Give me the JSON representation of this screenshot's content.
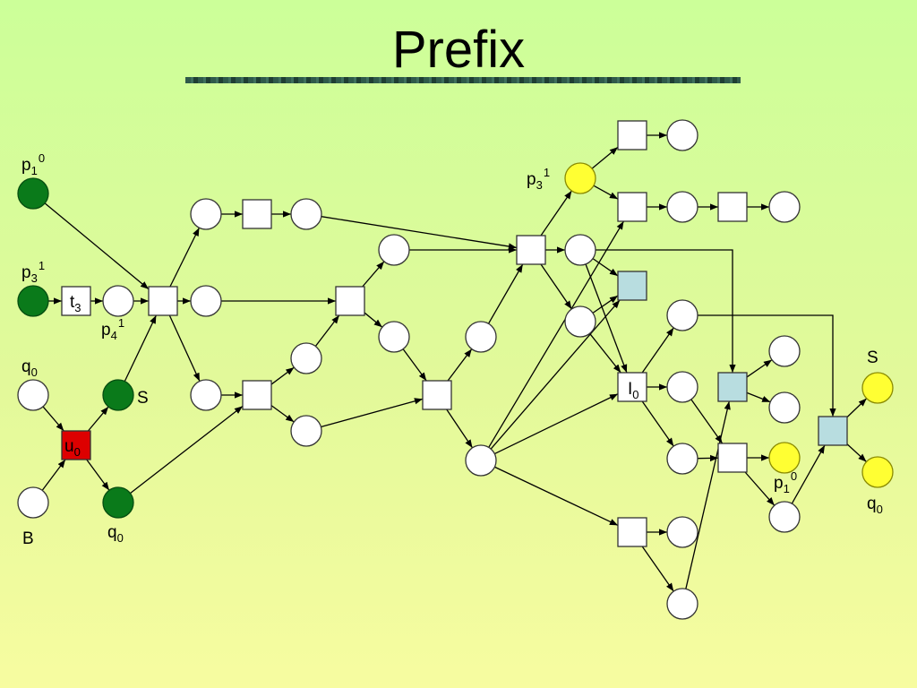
{
  "title": "Prefix",
  "colors": {
    "background_top": "#ccff99",
    "background_bottom": "#f7fca0",
    "place_green": "#0a7a1a",
    "place_yellow": "#ffff33",
    "place_white": "#ffffff",
    "transition_red": "#dd0000",
    "transition_blue": "#b8dde0",
    "transition_white": "#ffffff"
  },
  "labels": [
    {
      "id": "L_p1_0_left",
      "base": "p",
      "sub": "1",
      "sup": "0"
    },
    {
      "id": "L_p3_1_left",
      "base": "p",
      "sub": "3",
      "sup": "1"
    },
    {
      "id": "L_p4_1",
      "base": "p",
      "sub": "4",
      "sup": "1"
    },
    {
      "id": "L_q0_left",
      "base": "q",
      "sub": "0",
      "sup": ""
    },
    {
      "id": "L_S_left",
      "base": "S",
      "sub": "",
      "sup": ""
    },
    {
      "id": "L_B",
      "base": "B",
      "sub": "",
      "sup": ""
    },
    {
      "id": "L_q0_bottom",
      "base": "q",
      "sub": "0",
      "sup": ""
    },
    {
      "id": "L_p3_1_right",
      "base": "p",
      "sub": "3",
      "sup": "1"
    },
    {
      "id": "L_S_right",
      "base": "S",
      "sub": "",
      "sup": ""
    },
    {
      "id": "L_q0_right",
      "base": "q",
      "sub": "0",
      "sup": ""
    },
    {
      "id": "L_p1_0_right",
      "base": "p",
      "sub": "1",
      "sup": "0"
    }
  ],
  "transition_labels": [
    {
      "id": "t3",
      "base": "t",
      "sub": "3"
    },
    {
      "id": "u0",
      "base": "u",
      "sub": "0"
    },
    {
      "id": "I0",
      "base": "I",
      "sub": "0"
    }
  ]
}
